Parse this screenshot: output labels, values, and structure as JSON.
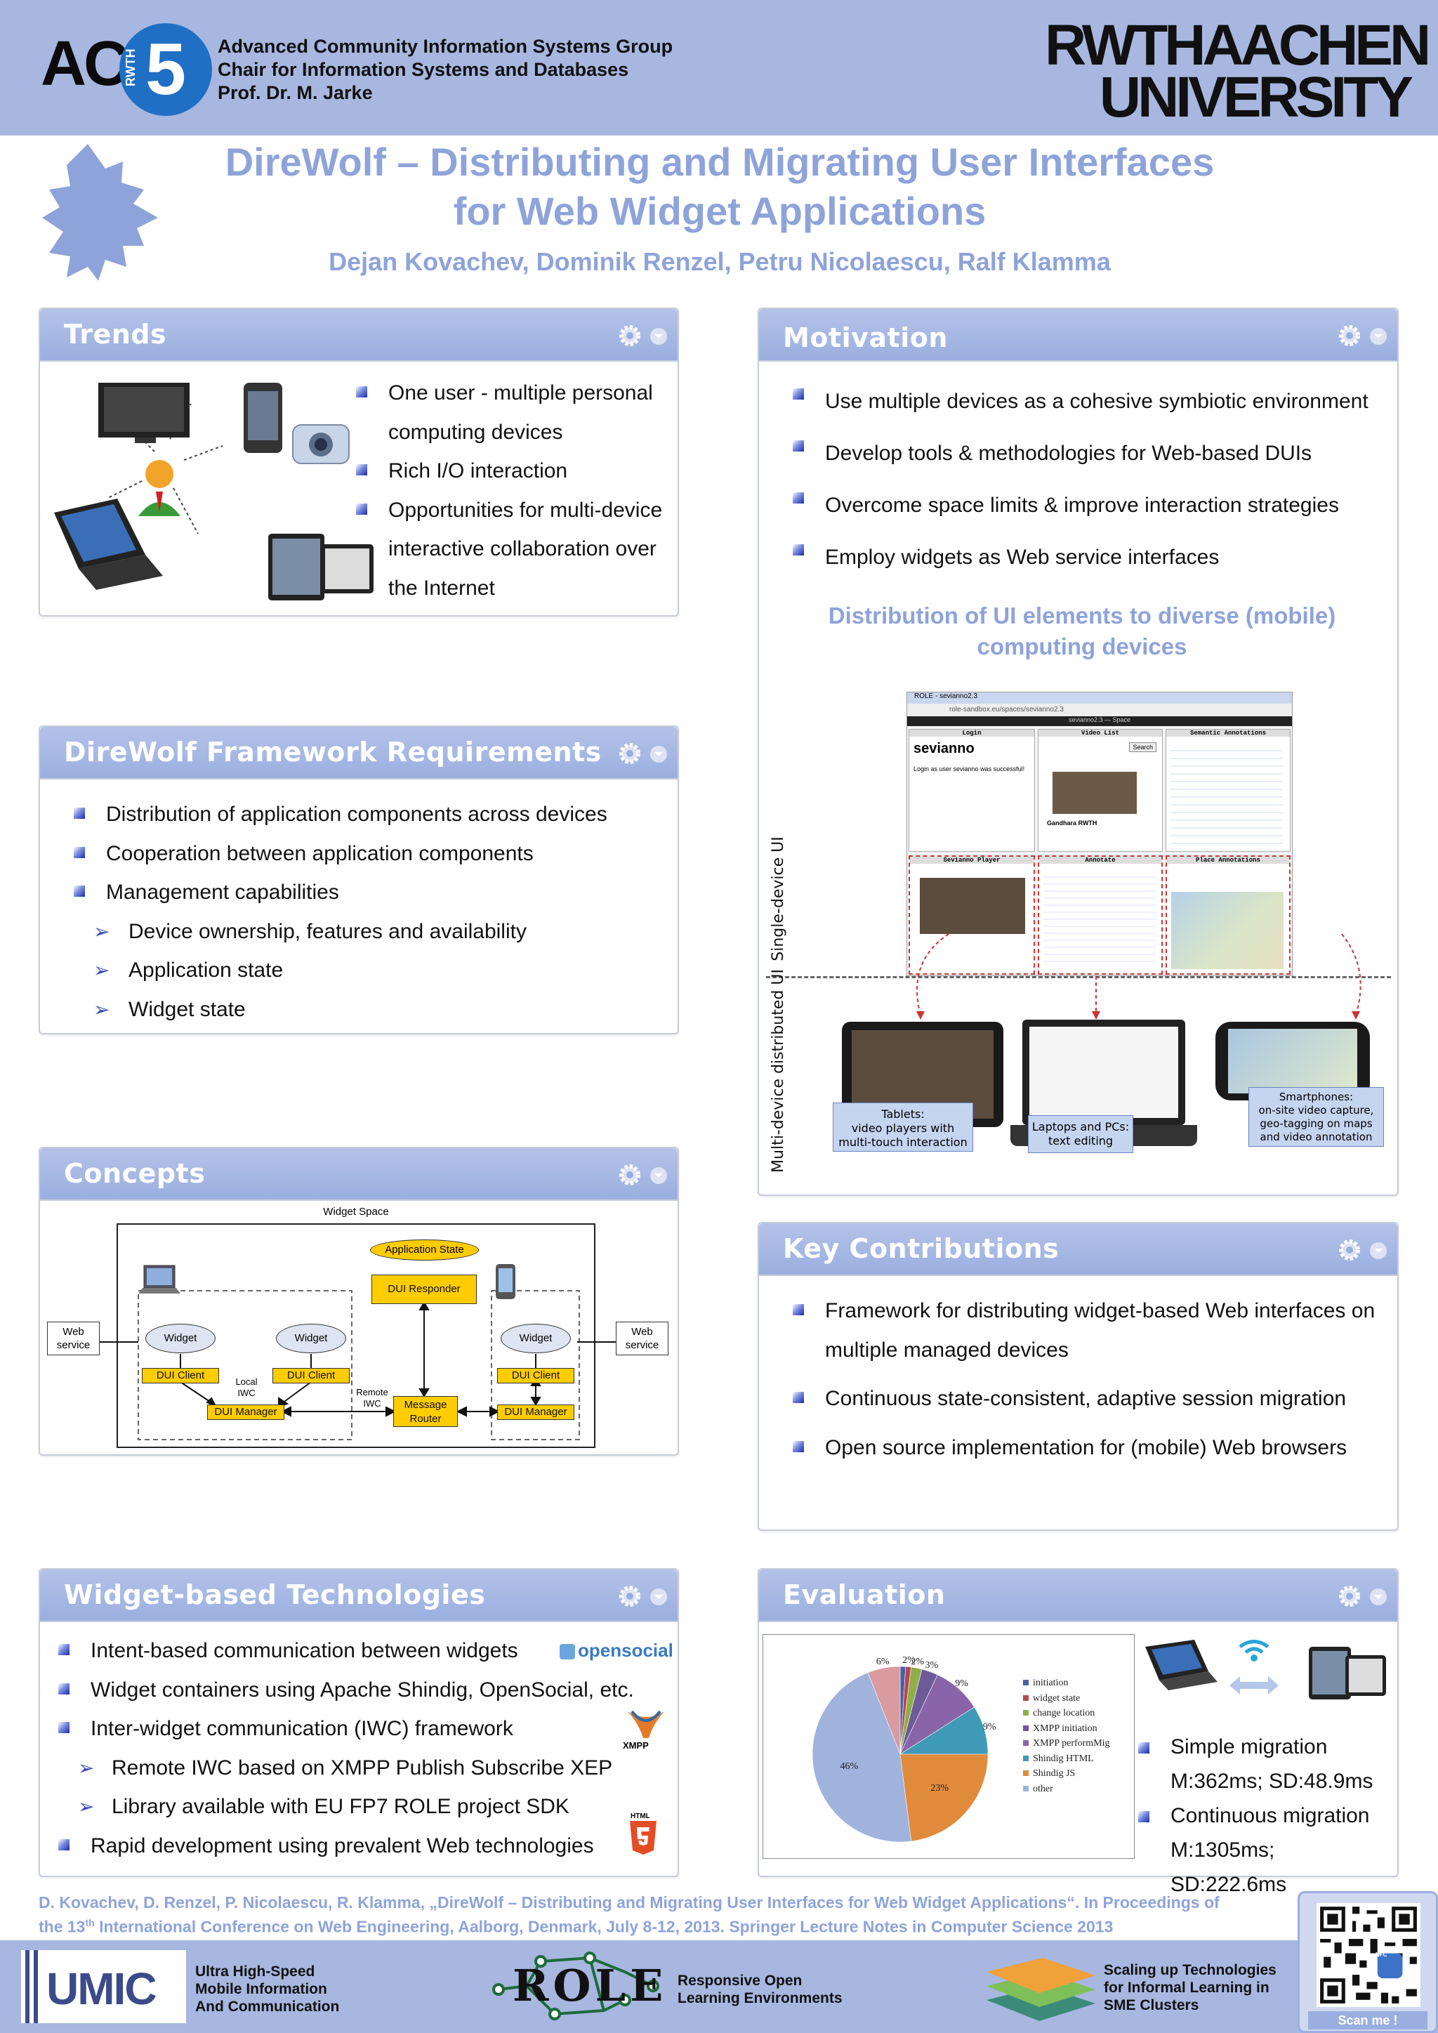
{
  "header": {
    "logo_text": "AC",
    "logo_digit": "5",
    "logo_rwth": "RWTH",
    "group_lines": [
      "Advanced Community Information Systems Group",
      "Chair for Information Systems and Databases",
      "Prof. Dr. M. Jarke"
    ],
    "university_lines": [
      "RWTHAACHEN",
      "UNIVERSITY"
    ]
  },
  "title": {
    "line1": "DireWolf – Distributing and Migrating User Interfaces",
    "line2": "for Web Widget Applications",
    "authors": "Dejan Kovachev, Dominik Renzel, Petru Nicolaescu, Ralf Klamma"
  },
  "trends": {
    "heading": "Trends",
    "items": [
      "One user - multiple personal computing devices",
      "Rich I/O interaction",
      "Opportunities for multi-device interactive collaboration over the Internet"
    ]
  },
  "motivation": {
    "heading": "Motivation",
    "items": [
      "Use multiple devices as a cohesive symbiotic environment",
      "Develop tools  & methodologies for Web-based DUIs",
      "Overcome space limits & improve interaction strategies",
      "Employ widgets as Web service interfaces"
    ],
    "subheading": "Distribution of UI elements to diverse (mobile) computing devices",
    "single_label": "Single-device UI",
    "multi_label": "Multi-device distributed UI",
    "screenshot": {
      "tab": "ROLE - sevianno2.3",
      "url": "role-sandbox.eu/spaces/sevianno2.3",
      "space_bar": "sevianno2.3 — Space",
      "widget_titles": [
        "Login",
        "Video List",
        "Semantic Annotations",
        "Sevianno Player",
        "Annotate",
        "Place Annotations"
      ],
      "login_logo": "sevianno",
      "login_msg": "Login as user sevianno was successful!",
      "video_caption": "Gandhara RWTH",
      "search_btn": "Search"
    },
    "captions": {
      "tablets": [
        "Tablets:",
        "video players with",
        "multi-touch interaction"
      ],
      "laptops": [
        "Laptops and PCs:",
        "text editing"
      ],
      "phones": [
        "Smartphones:",
        "on-site video capture,",
        "geo-tagging on maps",
        "and video annotation"
      ]
    }
  },
  "requirements": {
    "heading": "DireWolf Framework Requirements",
    "items": [
      "Distribution of application components across devices",
      "Cooperation between application components",
      "Management capabilities"
    ],
    "subitems": [
      "Device ownership, features and availability",
      "Application state",
      "Widget state"
    ]
  },
  "concepts": {
    "heading": "Concepts",
    "widget_space": "Widget Space",
    "app_state": "Application State",
    "dui_responder": "DUI Responder",
    "web_service": [
      "Web",
      "service"
    ],
    "widget": "Widget",
    "dui_client": "DUI Client",
    "dui_manager": "DUI Manager",
    "local_iwc": [
      "Local",
      "IWC"
    ],
    "remote_iwc": [
      "Remote",
      "IWC"
    ],
    "message_router": [
      "Message",
      "Router"
    ]
  },
  "contributions": {
    "heading": "Key Contributions",
    "items": [
      "Framework for distributing widget-based Web interfaces on multiple managed devices",
      "Continuous state-consistent, adaptive session migration",
      "Open source implementation for (mobile) Web browsers"
    ]
  },
  "technologies": {
    "heading": "Widget-based Technologies",
    "items": [
      "Intent-based communication between widgets",
      "Widget containers using Apache Shindig, OpenSocial, etc.",
      "Inter-widget communication (IWC) framework"
    ],
    "subitems": [
      "Remote IWC based on XMPP Publish Subscribe XEP",
      "Library available with EU FP7 ROLE project SDK"
    ],
    "last_item": "Rapid development using prevalent Web technologies",
    "logos": {
      "opensocial": "opensocial",
      "xmpp": "XMPP",
      "html": "HTML"
    }
  },
  "evaluation": {
    "heading": "Evaluation",
    "results": [
      "Simple migration",
      "M:362ms; SD:48.9ms",
      "Continuous migration",
      "M:1305ms; SD:222.6ms"
    ]
  },
  "chart_data": {
    "type": "pie",
    "title": "",
    "series": [
      {
        "name": "initiation",
        "value": 1,
        "color": "#4a5fa8",
        "label": ""
      },
      {
        "name": "widget state",
        "value": 1,
        "color": "#b34a4a",
        "label": "2%"
      },
      {
        "name": "change location",
        "value": 2,
        "color": "#8fae4a",
        "label": "2%"
      },
      {
        "name": "XMPP initiation",
        "value": 3,
        "color": "#6c5a99",
        "label": "3%"
      },
      {
        "name": "XMPP performMig",
        "value": 9,
        "color": "#8a64a8",
        "label": "9%"
      },
      {
        "name": "Shindig HTML",
        "value": 9,
        "color": "#3e9ab6",
        "label": "9%"
      },
      {
        "name": "Shindig JS",
        "value": 23,
        "color": "#e08a3c",
        "label": "23%"
      },
      {
        "name": "other",
        "value": 46,
        "color": "#9fb3dc",
        "label": "46%"
      },
      {
        "name": "",
        "value": 6,
        "color": "#d99aa0",
        "label": "6%"
      }
    ]
  },
  "reference": {
    "line1": "D. Kovachev, D. Renzel, P. Nicolaescu, R. Klamma, „DireWolf – Distributing and Migrating User Interfaces for Web Widget Applications“. In Proceedings of",
    "line2_a": "the 13",
    "line2_sup": "th",
    "line2_b": " International Conference on Web Engineering, Aalborg, Denmark, July 8-12, 2013. Springer Lecture Notes in Computer Science 2013"
  },
  "footer": {
    "umic": "UMIC",
    "umic_lines": [
      "Ultra High-Speed",
      "Mobile Information",
      "And Communication"
    ],
    "role": "ROLE",
    "role_lines": [
      "Responsive  Open",
      "Learning Environments"
    ],
    "scaling_lines": [
      "Scaling up Technologies",
      "for Informal Learning in",
      "SME Clusters"
    ],
    "qr_label": "Scan me !",
    "nfc": "NFC"
  },
  "colors": {
    "accent": "#8ea3d9",
    "header_bg": "#a7b7e0",
    "bullet": "#3a4bb8",
    "diagram_yellow": "#ffcc00"
  }
}
